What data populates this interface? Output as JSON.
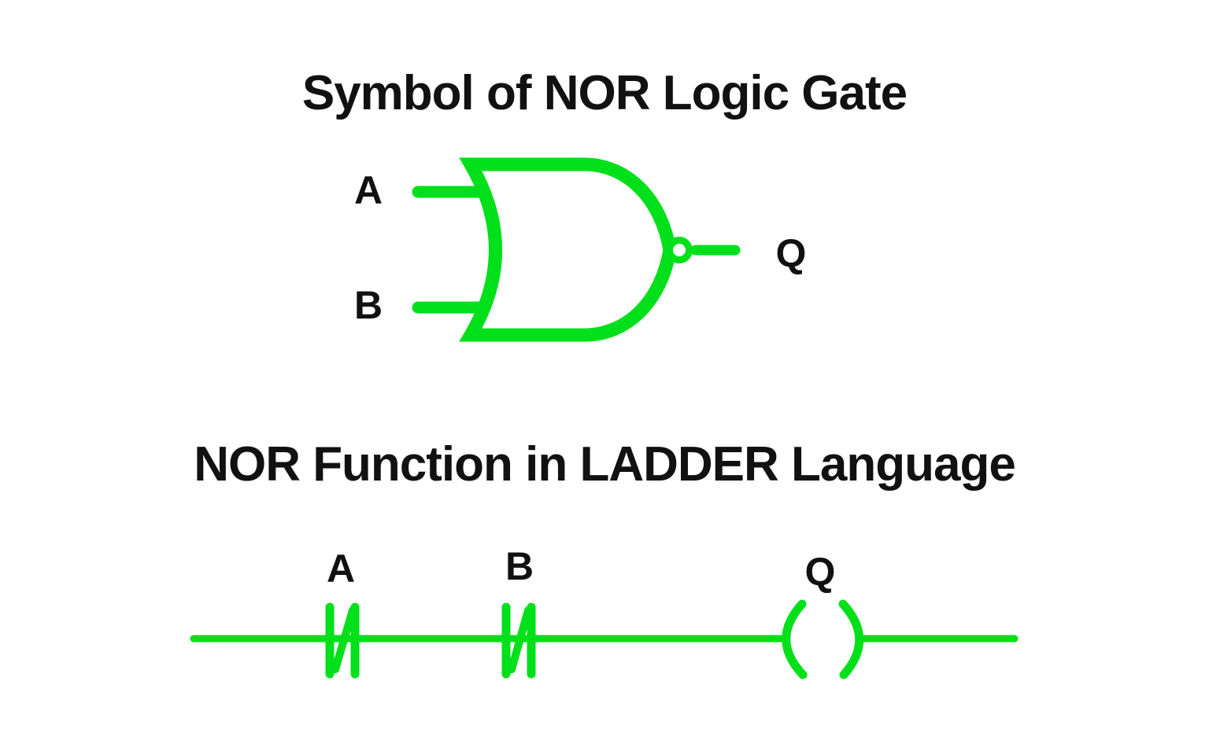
{
  "theme": {
    "diagram_green": "#00e01a",
    "text_black": "#111111",
    "background": "#ffffff"
  },
  "gate_section": {
    "title": "Symbol of NOR Logic Gate",
    "input_a_label": "A",
    "input_b_label": "B",
    "output_label": "Q"
  },
  "ladder_section": {
    "title": "NOR Function in LADDER Language",
    "contact_a_label": "A",
    "contact_b_label": "B",
    "coil_label": "Q"
  },
  "icons": {
    "nor_gate_symbol": "or-gate-shape-with-inversion-bubble",
    "contact_symbol": "normally-closed-contact",
    "coil_symbol": "output-coil-parentheses"
  }
}
